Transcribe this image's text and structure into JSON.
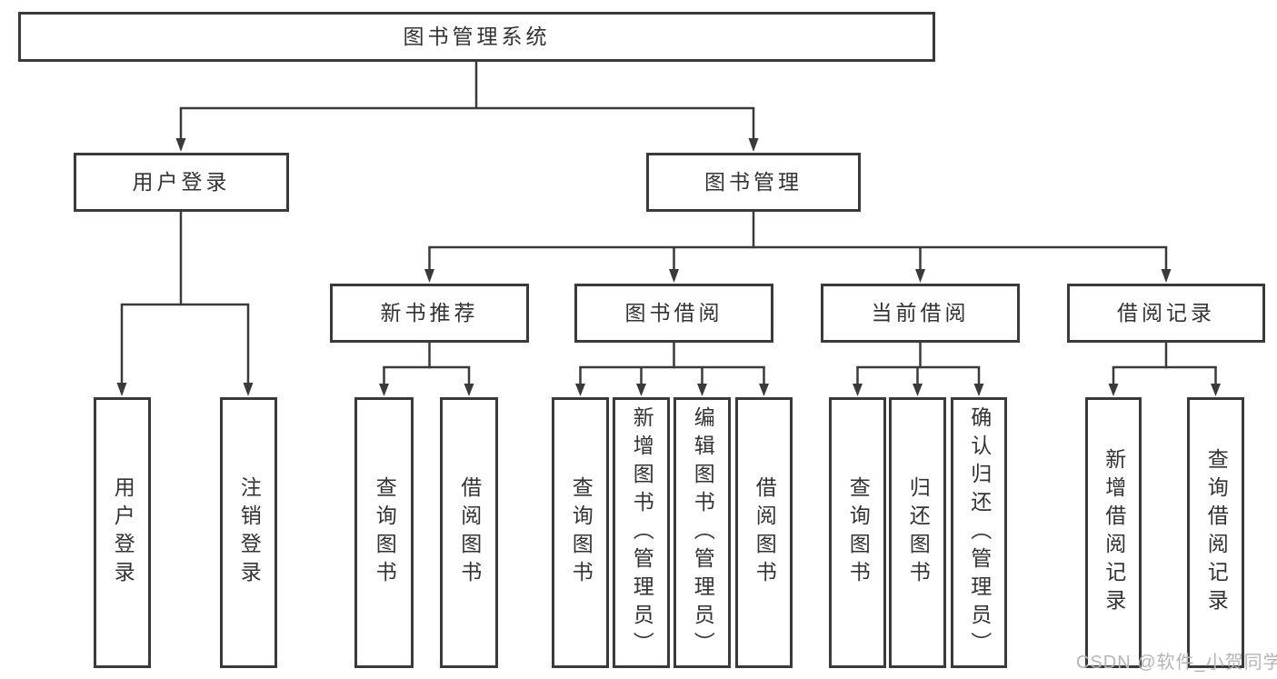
{
  "root": {
    "label": "图书管理系统"
  },
  "branches": [
    {
      "label": "用户登录",
      "leaves": [
        {
          "label": "用户登录"
        },
        {
          "label": "注销登录"
        }
      ]
    },
    {
      "label": "图书管理",
      "groups": [
        {
          "label": "新书推荐",
          "leaves": [
            {
              "label": "查询图书"
            },
            {
              "label": "借阅图书"
            }
          ]
        },
        {
          "label": "图书借阅",
          "leaves": [
            {
              "label": "查询图书"
            },
            {
              "label": "新增图书（管理员）"
            },
            {
              "label": "编辑图书（管理员）"
            },
            {
              "label": "借阅图书"
            }
          ]
        },
        {
          "label": "当前借阅",
          "leaves": [
            {
              "label": "查询图书"
            },
            {
              "label": "归还图书"
            },
            {
              "label": "确认归还（管理员）"
            }
          ]
        },
        {
          "label": "借阅记录",
          "leaves": [
            {
              "label": "新增借阅记录"
            },
            {
              "label": "查询借阅记录"
            }
          ]
        }
      ]
    }
  ],
  "watermark": "CSDN @软件_小贺同学",
  "colors": {
    "line": "#3a3a3a",
    "text": "#333333",
    "background": "#ffffff",
    "watermark": "#b5b5b5"
  }
}
